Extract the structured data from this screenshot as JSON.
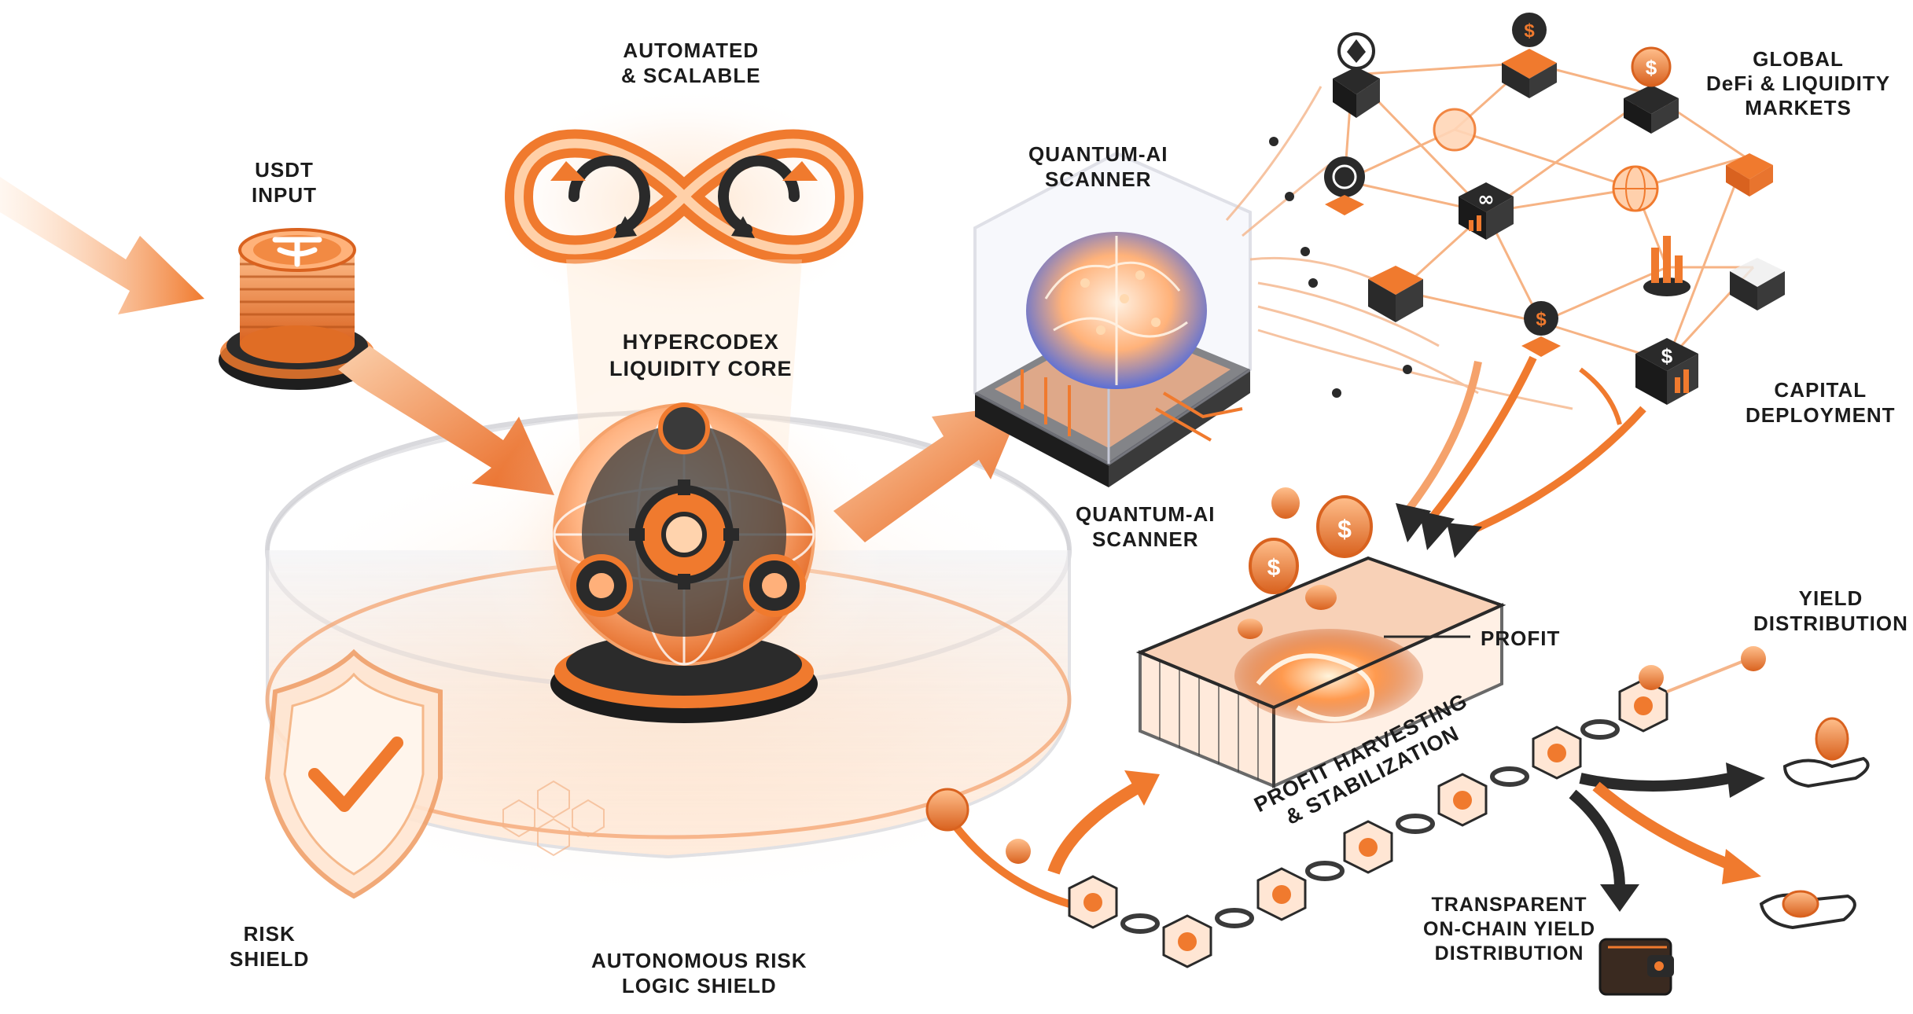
{
  "labels": {
    "usdt_input": [
      "USDT",
      "INPUT"
    ],
    "automated": [
      "AUTOMATED",
      "& SCALABLE"
    ],
    "core": [
      "HYPERCODEX",
      "LIQUIDITY CORE"
    ],
    "scanner_top": [
      "QUANTUM-AI",
      "SCANNER"
    ],
    "scanner_bottom": [
      "QUANTUM-AI",
      "SCANNER"
    ],
    "global_markets": [
      "GLOBAL",
      "DeFi & LIQUIDITY",
      "MARKETS"
    ],
    "capital_deployment": [
      "CAPITAL",
      "DEPLOYMENT"
    ],
    "profit": "PROFIT",
    "profit_harvesting": [
      "PROFIT HARVESTING",
      "& STABILIZATION"
    ],
    "yield_distribution": [
      "YIELD",
      "DISTRIBUTION"
    ],
    "transparent_yield": [
      "TRANSPARENT",
      "ON-CHAIN YIELD",
      "DISTRIBUTION"
    ],
    "risk_shield": [
      "RISK",
      "SHIELD"
    ],
    "autonomous_shield": [
      "AUTONOMOUS RISK",
      "LOGIC SHIELD"
    ]
  },
  "icons": {
    "usdt": "tether-icon",
    "dollar": "dollar-coin-icon",
    "ethereum": "ethereum-icon",
    "infinity": "infinity-icon",
    "chart": "bar-chart-icon",
    "shield": "shield-check-icon",
    "wallet": "wallet-icon",
    "hand": "hand-coin-icon"
  },
  "colors": {
    "accent": "#f07a2e",
    "accent_light": "#ffb47a",
    "glow": "#ffe2c8",
    "dark": "#2a2a2a",
    "text": "#1b1b1b"
  }
}
